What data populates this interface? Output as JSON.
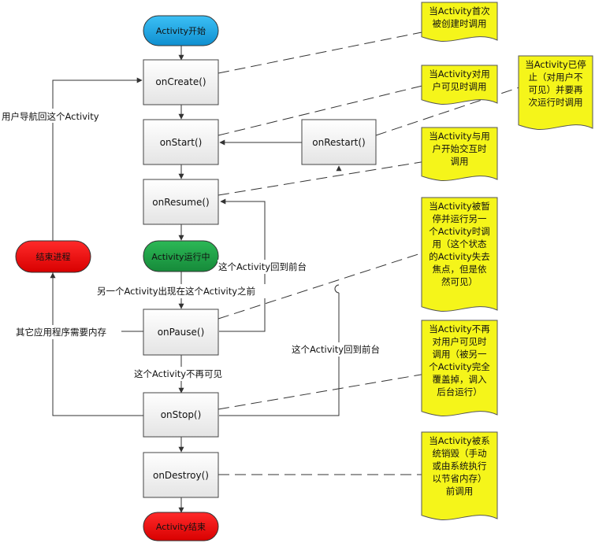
{
  "nodes": {
    "start": "Activity开始",
    "onCreate": "onCreate()",
    "onStart": "onStart()",
    "onRestart": "onRestart()",
    "onResume": "onResume()",
    "running": "Activity运行中",
    "kill": "结束进程",
    "onPause": "onPause()",
    "onStop": "onStop()",
    "onDestroy": "onDestroy()",
    "end": "Activity结束"
  },
  "labels": {
    "navigate_back": "用户导航回这个Activity",
    "back_to_front_1": "这个Activity回到前台",
    "another_activity": "另一个Activity出现在这个Activity之前",
    "need_memory": "其它应用程序需要内存",
    "back_to_front_2": "这个Activity回到前台",
    "no_longer_visible": "这个Activity不再可见"
  },
  "notes": {
    "n1": [
      "当Activity首次",
      "被创建时调用"
    ],
    "n2": [
      "当Activity对用",
      "户可见时调用"
    ],
    "n3": [
      "当Activity已停",
      "止（对用户不",
      "可见）并要再",
      "次运行时调用"
    ],
    "n4": [
      "当Activity与用",
      "户开始交互时",
      "调用"
    ],
    "n5": [
      "当Activity被暂",
      "停并运行另一",
      "个Activity时调",
      "用（这个状态",
      "的Activity失去",
      "焦点，但是依",
      "然可见）"
    ],
    "n6": [
      "当Activity不再",
      "对用户可见时",
      "调用（被另一",
      "个Activity完全",
      "覆盖掉，调入",
      "后台运行）"
    ],
    "n7": [
      "当Activity被系",
      "统销毁（手动",
      "或由系统执行",
      "以节省内存）",
      "前调用"
    ]
  },
  "colors": {
    "start_pill": "#1ea7e8",
    "running_pill": "#1e9e46",
    "end_pill": "#ee1111",
    "note_fill": "#f5f51a",
    "box_border": "#444444"
  }
}
